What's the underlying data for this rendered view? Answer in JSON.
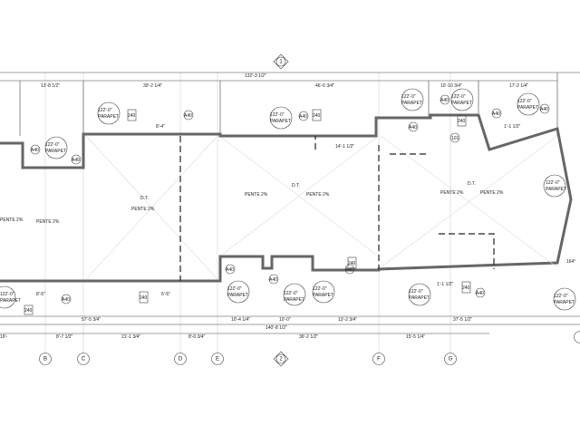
{
  "title_marker": "1",
  "section_marker": "2",
  "top_dimensions": {
    "overall": "132'-3 1/2\"",
    "segments": [
      "13'-8 1/2\"",
      "30'-2 1/4\"",
      "46'-0 3/4\"",
      "10'-10 3/4\"",
      "17'-2 1/4\""
    ],
    "inner": [
      "8'-4\"",
      "14'-1 1/2\"",
      "1'-1 1/2\""
    ]
  },
  "bottom_dimensions": {
    "row1": [
      "57'-5 3/4\"",
      "10'-4 1/4\"",
      "10'-0\"",
      "13'-2 3/4\"",
      "37'-5 1/2\""
    ],
    "overall": "140'-8 1/2\"",
    "row2": [
      "19'-",
      "8'-7 1/2\"",
      "21'-1 3/4\"",
      "8'-0 3/4\"",
      "36'-2 1/2\"",
      "15'-5 1/4\""
    ],
    "inner": [
      "8'-5\"",
      "6'-5\"",
      "1'-1 1/2\""
    ]
  },
  "grid_labels": [
    "B",
    "C",
    "D",
    "E",
    "F",
    "G"
  ],
  "tags": {
    "detail": "A40",
    "drain": "240",
    "parapet_elev": "122'-0\"",
    "parapet": "PARAPET",
    "slope": "PENTE 2%",
    "drain_label": "D.T.",
    "angle": "164°",
    "room": "101"
  }
}
